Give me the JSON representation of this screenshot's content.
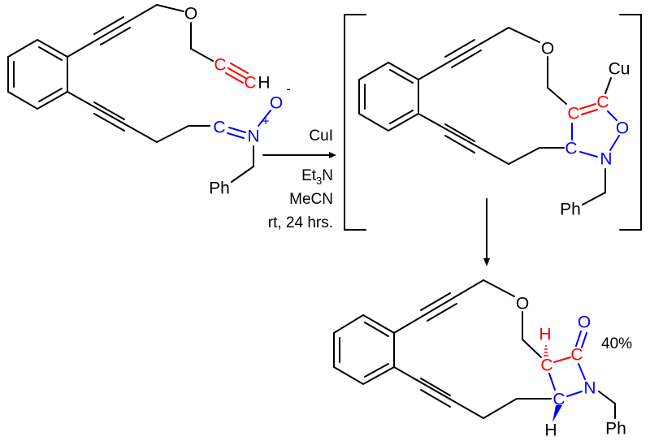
{
  "colors": {
    "default": "#000000",
    "highlight_red": "#ff0000",
    "highlight_blue": "#0000ff",
    "background": "#ffffff"
  },
  "reactant": {
    "name": "alkyne-nitrone substrate",
    "atoms": {
      "O_ether": "O",
      "C_alkyne_1": "C",
      "C_alkyne_2": "C",
      "H_terminal": "H",
      "C_nitrone": "C",
      "N_nitrone": "N",
      "N_charge": "+",
      "O_nitrone": "O",
      "O_charge": "-",
      "Ph": "Ph"
    }
  },
  "conditions": {
    "reagent_above": "CuI",
    "reagent_lines": [
      "Et",
      "3",
      "N"
    ],
    "solvent": "MeCN",
    "temp_time": "rt, 24 hrs."
  },
  "intermediate": {
    "name": "copper isoxazoline intermediate (bracketed)",
    "atoms": {
      "O_ether": "O",
      "Cu": "Cu",
      "C_ring_a": "C",
      "C_ring_b": "C",
      "O_ring": "O",
      "N_ring": "N",
      "C_ring_c": "C",
      "Ph": "Ph"
    }
  },
  "product": {
    "name": "macrocyclic beta-lactam",
    "yield": "40%",
    "atoms": {
      "O_ether": "O",
      "H_top": "H",
      "C_alpha": "C",
      "C_carbonyl": "C",
      "O_carbonyl": "O",
      "N_lactam": "N",
      "C_beta": "C",
      "H_bottom": "H",
      "Ph": "Ph"
    }
  }
}
